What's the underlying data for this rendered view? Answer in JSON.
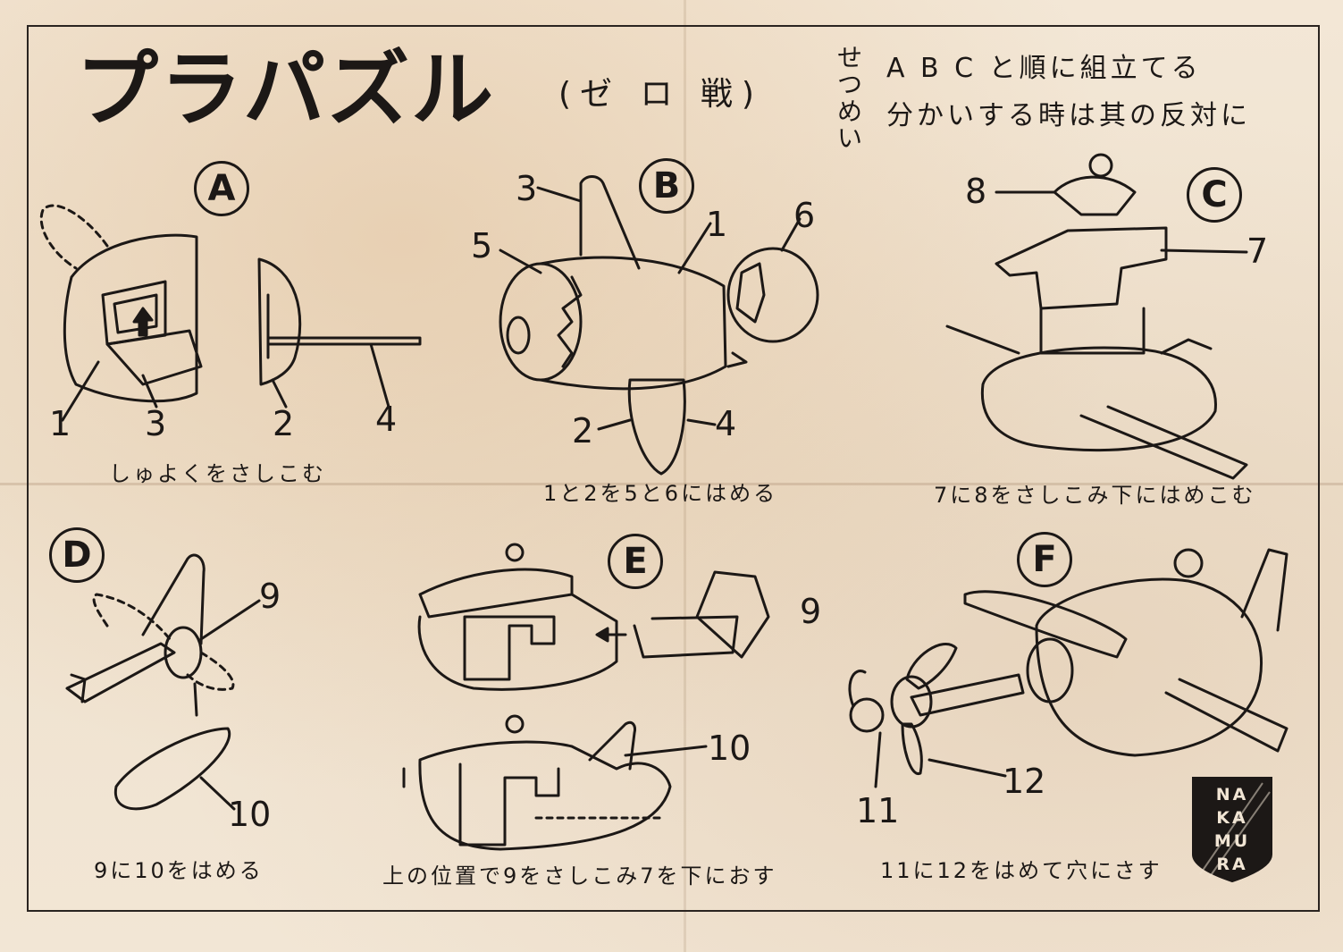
{
  "title": "プラパズル",
  "subtitle": "(ゼ ロ 戦)",
  "instructions": {
    "label": "せつめい",
    "line1": "A B C と順に組立てる",
    "line2": "分かいする時は其の反対に"
  },
  "steps": [
    {
      "letter": "A",
      "caption": "しゅよくをさしこむ",
      "part_numbers": [
        "1",
        "3",
        "2",
        "4"
      ]
    },
    {
      "letter": "B",
      "caption": "1と2を5と6にはめる",
      "part_numbers": [
        "3",
        "5",
        "1",
        "6",
        "2",
        "4"
      ]
    },
    {
      "letter": "C",
      "caption": "7に8をさしこみ下にはめこむ",
      "part_numbers": [
        "8",
        "7"
      ]
    },
    {
      "letter": "D",
      "caption": "9に10をはめる",
      "part_numbers": [
        "9",
        "10"
      ]
    },
    {
      "letter": "E",
      "caption": "上の位置で9をさしこみ7を下におす",
      "part_numbers": [
        "9",
        "10"
      ]
    },
    {
      "letter": "F",
      "caption": "11に12をはめて穴にさす",
      "part_numbers": [
        "12",
        "11"
      ]
    }
  ],
  "logo": {
    "lines": [
      "NA",
      "KA",
      "MU",
      "RA"
    ]
  }
}
